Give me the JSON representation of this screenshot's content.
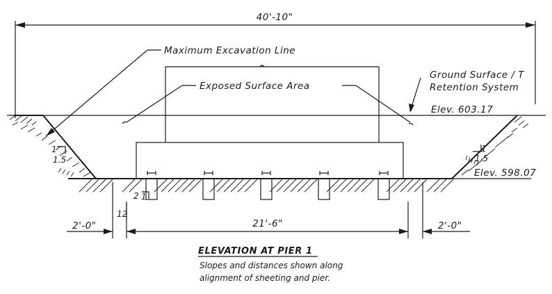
{
  "dimensions": {
    "overall_width": "40'-10\"",
    "footing_width": "21'-6\"",
    "left_offset": "2'-0\"",
    "right_offset": "2'-0\""
  },
  "labels": {
    "max_excavation": "Maximum Excavation Line",
    "exposed_surface": "Exposed Surface Area",
    "ground_surface_line1": "Ground Surface / T",
    "ground_surface_line2": "Retention System",
    "elev_top": "Elev. 603.17",
    "elev_bottom": "Elev. 598.07"
  },
  "slopes": {
    "left_rise": "1",
    "left_run": "1.5",
    "right_rise": "1",
    "right_run": "1.5",
    "low_rise": "2",
    "low_run": "1",
    "vertical_value": "12"
  },
  "caption": {
    "title": "ELEVATION AT PIER 1",
    "note_line1": "Slopes and distances shown along",
    "note_line2": "alignment of sheeting and pier."
  }
}
